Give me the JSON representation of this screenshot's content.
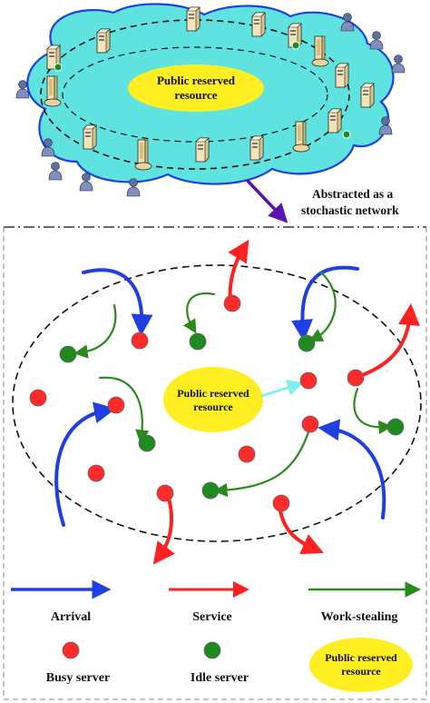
{
  "top_panel": {
    "center_label_line1": "Public reserved",
    "center_label_line2": "resource",
    "abstraction_line1": "Abstracted as a",
    "abstraction_line2": "stochastic network"
  },
  "network_panel": {
    "center_label_line1": "Public reserved",
    "center_label_line2": "resource"
  },
  "legend": {
    "arrival": "Arrival",
    "service": "Service",
    "work_stealing": "Work-stealing",
    "busy_server": "Busy server",
    "idle_server": "Idle server",
    "resource_line1": "Public reserved",
    "resource_line2": "resource"
  },
  "colors": {
    "arrival": "#1f3fe0",
    "service": "#ff2020",
    "work_stealing": "#2a8a1a",
    "busy": "#ff2a2a",
    "idle": "#1f8a1f",
    "resource": "#ffee22",
    "cloud": "#5fe3e0",
    "abstraction_arrow": "#5a12b0",
    "transfer_arrow": "#7ff0f0"
  },
  "icons": {
    "users": "person-icon",
    "servers": "server-tower-icon",
    "mainframes": "mainframe-icon"
  }
}
